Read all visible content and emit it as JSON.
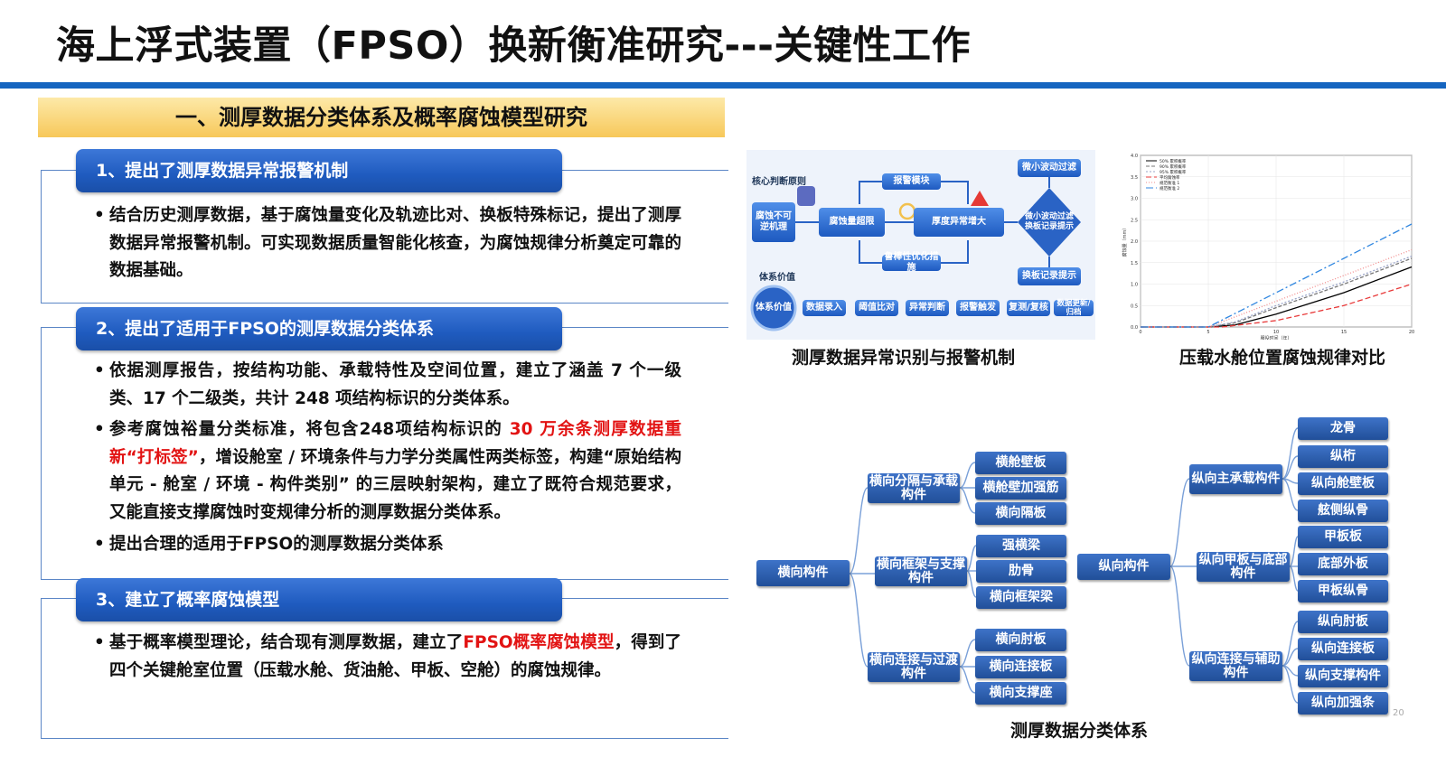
{
  "title": "海上浮式装置（FPSO）换新衡准研究---关键性工作",
  "section": "一、测厚数据分类体系及概率腐蚀模型研究",
  "items": [
    {
      "heading": "1、提出了测厚数据异常报警机制",
      "paras": [
        [
          "结合历史测厚数据，基于腐蚀量变化及轨迹比对、换板特殊标记，提出了测厚数据异常报警机制。可实现数据质量智能化核查，为腐蚀规律分析奠定可靠的数据基础。"
        ]
      ]
    },
    {
      "heading": "2、提出了适用于FPSO的测厚数据分类体系",
      "paras": [
        [
          "依据测厚报告，按结构功能、承载特性及空间位置，建立了涵盖 7 个一级类、17 个二级类，共计 248 项结构标识的分类体系。"
        ],
        [
          "参考腐蚀裕量分类标准，将包含248项结构标识的 ",
          "30 万余条测厚数据重新“打标签”",
          "，增设舱室 / 环境条件与力学分类属性两类标签，构建“原始结构单元 - 舱室 / 环境 - 构件类别” 的三层映射架构，建立了既符合规范要求，又能直接支撑腐蚀时变规律分析的测厚数据分类体系。"
        ],
        [
          "提出合理的适用于FPSO的测厚数据分类体系"
        ]
      ]
    },
    {
      "heading": "3、建立了概率腐蚀模型",
      "paras": [
        [
          "基于概率模型理论，结合现有测厚数据，建立了",
          "FPSO概率腐蚀模型",
          "，得到了四个关键舱室位置（压载水舱、货油舱、甲板、空舱）的腐蚀规律。"
        ]
      ]
    }
  ],
  "bullet": "•",
  "captions": {
    "flow": "测厚数据异常识别与报警机制",
    "chart": "压载水舱位置腐蚀规律对比",
    "tree": "测厚数据分类体系"
  },
  "flow": {
    "core": "核心判断原则",
    "value_label": "体系价值",
    "box_irreversible": "腐蚀不可逆机理",
    "box_exceed": "腐蚀量超限",
    "box_thickness": "厚度异常增大",
    "box_alarm": "报警模块",
    "box_robust": "鲁棒性优化措施",
    "box_filter": "微小波动过滤",
    "box_diamond": "微小波动过滤换板记录提示",
    "box_record": "换板记录提示",
    "box_value": "体系价值",
    "steps": [
      "数据录入",
      "阈值比对",
      "异常判断",
      "报警触发",
      "复测/复核",
      "数据更新/归档"
    ]
  },
  "chart_data": {
    "type": "line",
    "xlabel": "服役时间（年）",
    "ylabel": "腐蚀量（mm）",
    "xlim": [
      0,
      20
    ],
    "ylim": [
      0,
      4.0
    ],
    "xticks": [
      0,
      5,
      10,
      15,
      20
    ],
    "yticks": [
      0.0,
      0.5,
      1.0,
      1.5,
      2.0,
      2.5,
      3.0,
      3.5,
      4.0
    ],
    "legend": "top-left",
    "series": [
      {
        "name": "50% 累积概率",
        "color": "#000000",
        "dash": "",
        "x": [
          0,
          5,
          7,
          10,
          15,
          20
        ],
        "y": [
          0,
          0,
          0.05,
          0.3,
          0.8,
          1.4
        ]
      },
      {
        "name": "90% 累积概率",
        "color": "#777777",
        "dash": "4,2",
        "x": [
          0,
          5,
          7,
          10,
          15,
          20
        ],
        "y": [
          0,
          0,
          0.1,
          0.45,
          1.0,
          1.6
        ]
      },
      {
        "name": "95% 累积概率",
        "color": "#9aa4c8",
        "dash": "2,2",
        "x": [
          0,
          5,
          7,
          10,
          15,
          20
        ],
        "y": [
          0,
          0,
          0.12,
          0.5,
          1.05,
          1.65
        ]
      },
      {
        "name": "平均腐蚀率",
        "color": "#e83a3a",
        "dash": "6,3",
        "x": [
          0,
          6,
          10,
          15,
          20
        ],
        "y": [
          0,
          0,
          0.15,
          0.5,
          1.0
        ]
      },
      {
        "name": "规范衡准 1",
        "color": "#f28d8d",
        "dash": "1,2",
        "x": [
          0,
          5,
          10,
          15,
          20
        ],
        "y": [
          0,
          0,
          0.6,
          1.2,
          1.8
        ]
      },
      {
        "name": "规范衡准 2",
        "color": "#2f86e0",
        "dash": "8,3,2,3",
        "x": [
          0,
          5,
          10,
          15,
          20
        ],
        "y": [
          0,
          0,
          0.8,
          1.6,
          2.4
        ]
      }
    ]
  },
  "tree": {
    "transverse": "横向构件",
    "t_groups": [
      {
        "label": "横向分隔与承载构件",
        "children": [
          "横舱壁板",
          "横舱壁加强筋",
          "横向隔板"
        ]
      },
      {
        "label": "横向框架与支撑构件",
        "children": [
          "强横梁",
          "肋骨",
          "横向框架梁"
        ]
      },
      {
        "label": "横向连接与过渡构件",
        "children": [
          "横向肘板",
          "横向连接板",
          "横向支撑座"
        ]
      }
    ],
    "longitudinal": "纵向构件",
    "l_groups": [
      {
        "label": "纵向主承载构件",
        "children": [
          "龙骨",
          "纵桁",
          "纵向舱壁板",
          "舷侧纵骨"
        ]
      },
      {
        "label": "纵向甲板与底部构件",
        "children": [
          "甲板板",
          "底部外板",
          "甲板纵骨"
        ]
      },
      {
        "label": "纵向连接与辅助构件",
        "children": [
          "纵向肘板",
          "纵向连接板",
          "纵向支撑构件",
          "纵向加强条"
        ]
      }
    ]
  },
  "page_number": "20"
}
